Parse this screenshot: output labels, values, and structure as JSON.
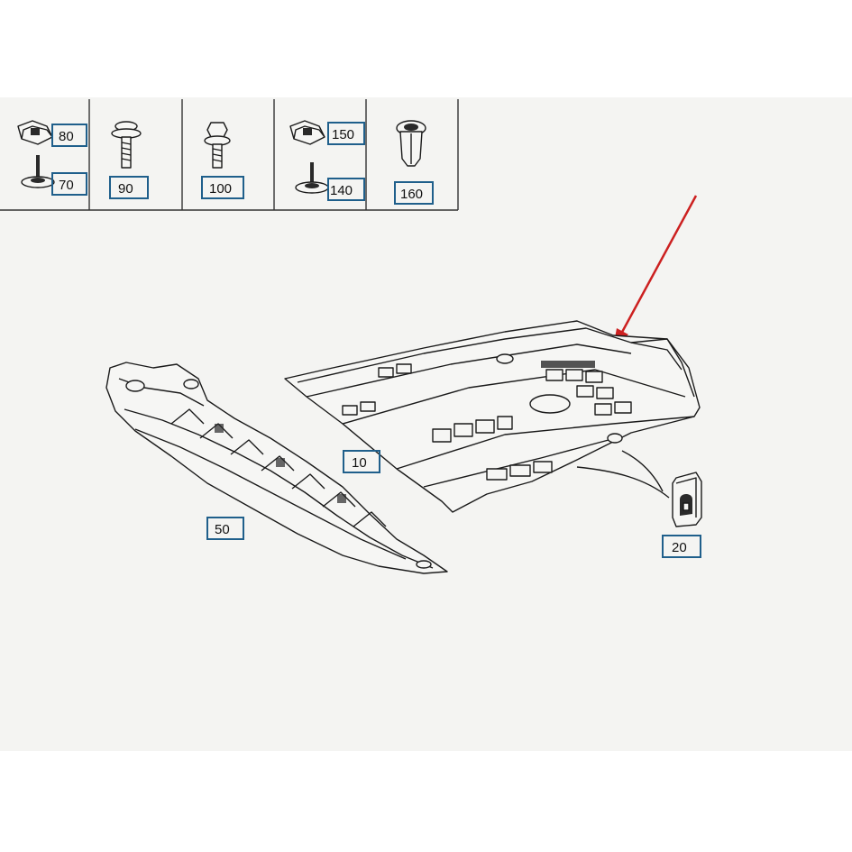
{
  "figure": {
    "callout_color": "#1f5f8b",
    "arrow_color": "#cc2020",
    "background_color": "#f4f4f2"
  },
  "fastener_legend": [
    {
      "id": "cell-1",
      "labels": [
        "80",
        "70"
      ],
      "icons": [
        "clip-nut-icon",
        "stud-bolt-icon"
      ]
    },
    {
      "id": "cell-2",
      "labels": [
        "90"
      ],
      "icons": [
        "flange-screw-icon"
      ]
    },
    {
      "id": "cell-3",
      "labels": [
        "100"
      ],
      "icons": [
        "hex-bolt-icon"
      ]
    },
    {
      "id": "cell-4",
      "labels": [
        "150",
        "140"
      ],
      "icons": [
        "clip-nut-icon",
        "stud-bolt-icon"
      ]
    },
    {
      "id": "cell-5",
      "labels": [
        "160"
      ],
      "icons": [
        "push-rivet-icon"
      ]
    }
  ],
  "parts": {
    "engine_shield_label": "10",
    "bracket_label": "20",
    "front_splash_shield_label": "50"
  }
}
